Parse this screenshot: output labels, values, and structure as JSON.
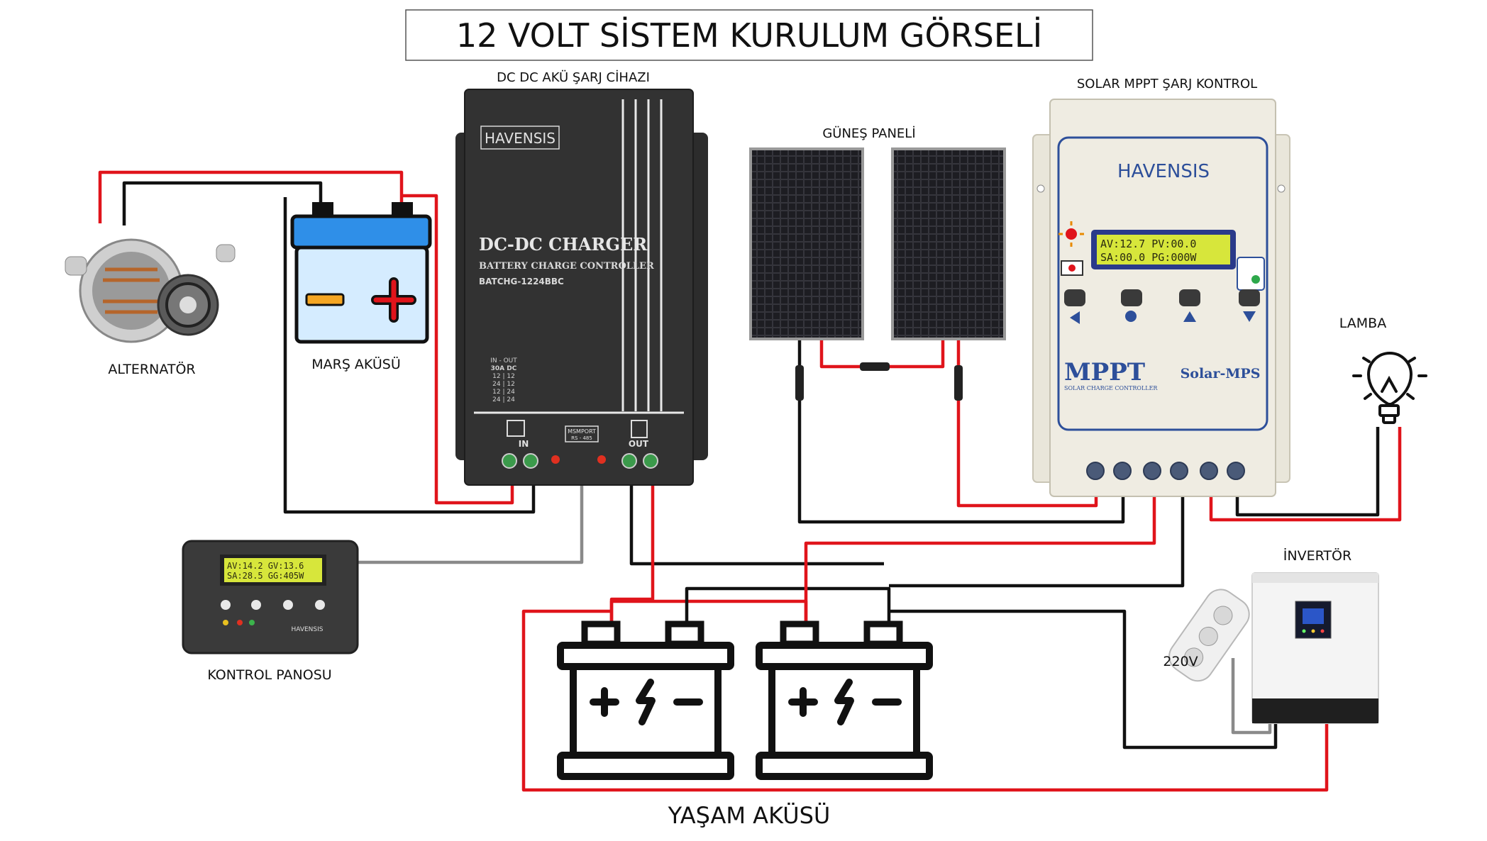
{
  "title": "12 VOLT SİSTEM KURULUM GÖRSELİ",
  "labels": {
    "dcdc": "DC DC AKÜ ŞARJ CİHAZI",
    "solar_panel": "GÜNEŞ PANELİ",
    "mppt_title": "SOLAR MPPT ŞARJ KONTROL",
    "alternator": "ALTERNATÖR",
    "starter_battery": "MARŞ AKÜSÜ",
    "lamp": "LAMBA",
    "inverter": "İNVERTÖR",
    "voltage_220": "220V",
    "control_panel": "KONTROL PANOSU",
    "house_battery": "YAŞAM AKÜSÜ"
  },
  "dcdc_device": {
    "brand": "HAVENSIS",
    "name": "DC-DC CHARGER",
    "subtitle": "BATTERY CHARGE CONTROLLER",
    "model": "BATCHG-1224BBC",
    "table": [
      "IN - OUT",
      "30A DC",
      "12 | 12",
      "24 | 12",
      "12 | 24",
      "24 | 24"
    ],
    "in_label": "IN",
    "out_label": "OUT",
    "port_label": "MSMPORT",
    "port_sub": "RS - 485"
  },
  "mppt_device": {
    "brand": "HAVENSIS",
    "lcd_line1": "AV:12.7  PV:00.0",
    "lcd_line2": "SA:00.0  PG:000W",
    "name": "MPPT",
    "sub": "SOLAR CHARGE CONTROLLER",
    "model": "Solar-MPS"
  },
  "control_panel_device": {
    "lcd_line1": "AV:14.2 GV:13.6",
    "lcd_line2": "SA:28.5 GG:405W",
    "brand": "HAVENSIS"
  },
  "colors": {
    "positive_wire": "#e0141b",
    "negative_wire": "#111111",
    "signal_wire": "#8a8a8a",
    "battery_blue": "#2f8fe8",
    "lcd_green": "#d7e63b"
  }
}
